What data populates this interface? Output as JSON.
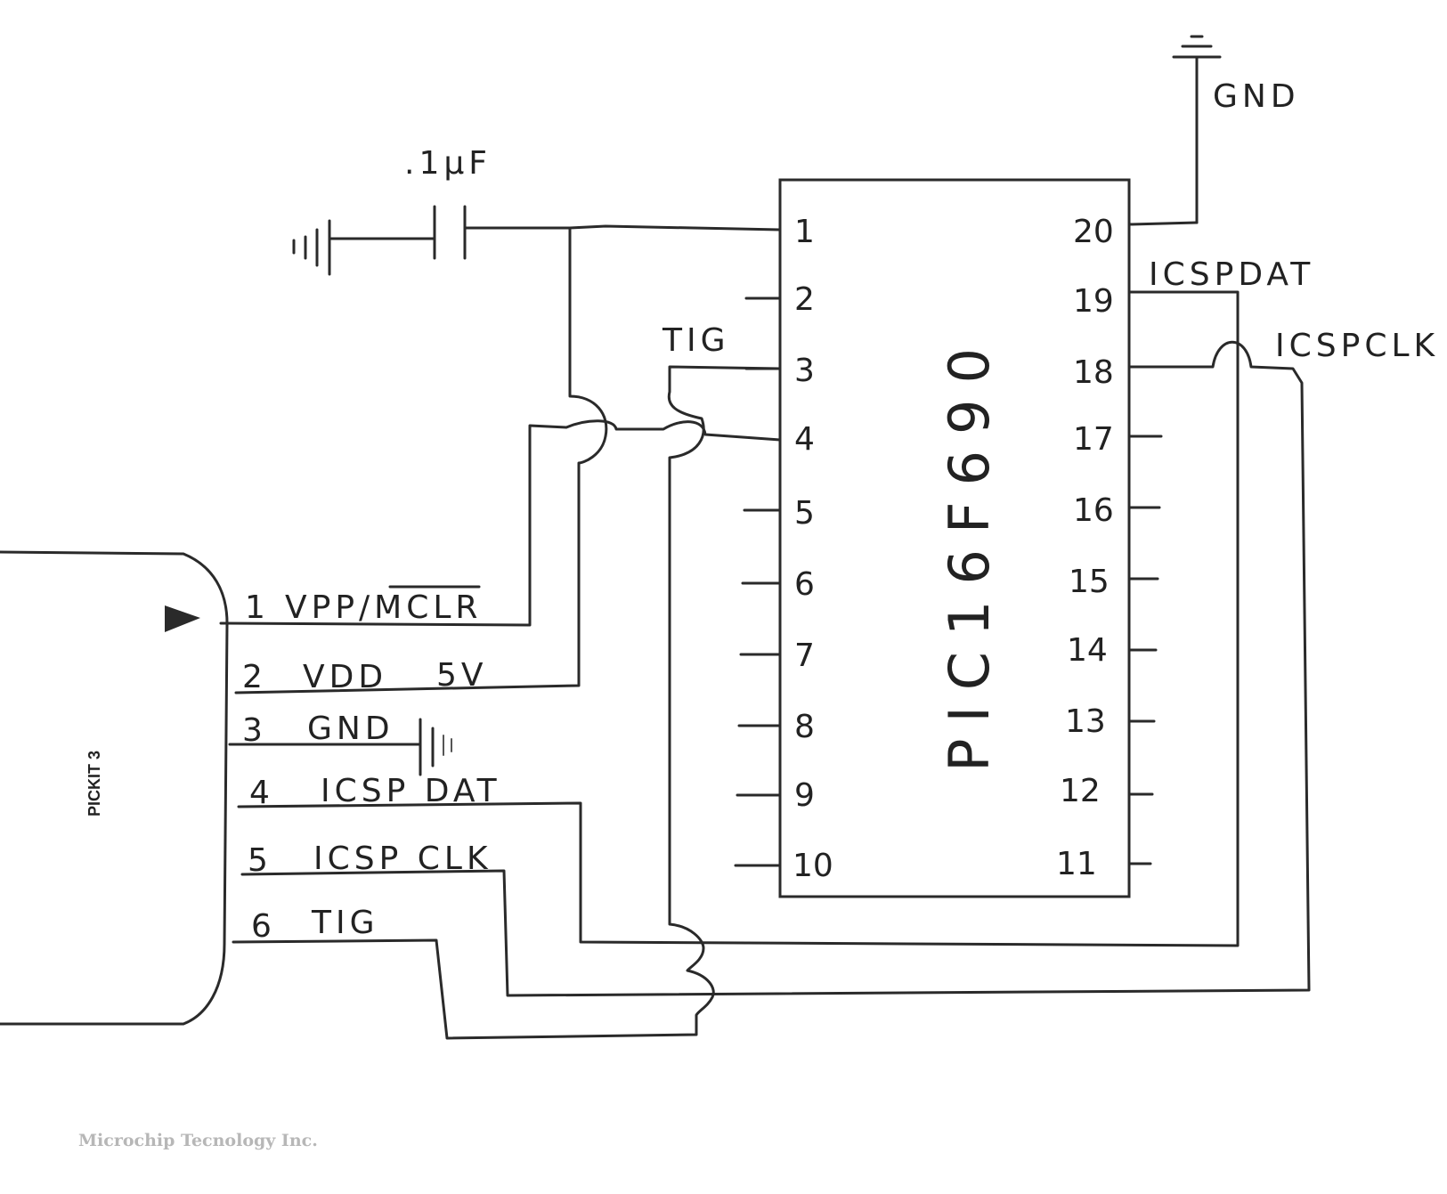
{
  "chip": {
    "name": "PIC16F690"
  },
  "capacitor": {
    "value": ".1µF"
  },
  "gnd_label": "GND",
  "left_pins": [
    "1",
    "2",
    "3",
    "4",
    "5",
    "6",
    "7",
    "8",
    "9",
    "10"
  ],
  "right_pins": [
    "20",
    "19",
    "18",
    "17",
    "16",
    "15",
    "14",
    "13",
    "12",
    "11"
  ],
  "labels": {
    "icsp_dat": "ICSPDAT",
    "icsp_clk": "ICSPCLK",
    "tig": "TIG"
  },
  "pickit": {
    "name": "PICKIT 3",
    "pins": [
      {
        "num": "1",
        "label": "VPP/MCLR"
      },
      {
        "num": "2",
        "label": "VDD"
      },
      {
        "num": "3",
        "label": "GND"
      },
      {
        "num": "4",
        "label": "ICSP DAT"
      },
      {
        "num": "5",
        "label": "ICSP CLK"
      },
      {
        "num": "6",
        "label": "TIG"
      }
    ],
    "vdd_value": "5V"
  },
  "watermark": "Microchip Tecnology Inc."
}
